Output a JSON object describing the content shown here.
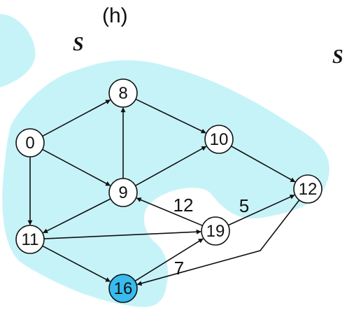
{
  "panel": {
    "label": "(h)",
    "set_label": "S",
    "set_label_right": "S"
  },
  "colors": {
    "region_fill": "#c6f3f8",
    "highlight_node_fill": "#38bbee",
    "node_fill": "#ffffff",
    "stroke": "#111111"
  },
  "graph": {
    "nodes": [
      {
        "id": "n8",
        "label": "8",
        "highlighted": false
      },
      {
        "id": "n0",
        "label": "0",
        "highlighted": false
      },
      {
        "id": "n10",
        "label": "10",
        "highlighted": false
      },
      {
        "id": "n9",
        "label": "9",
        "highlighted": false
      },
      {
        "id": "n12",
        "label": "12",
        "highlighted": false
      },
      {
        "id": "n11",
        "label": "11",
        "highlighted": false
      },
      {
        "id": "n19",
        "label": "19",
        "highlighted": false
      },
      {
        "id": "n16",
        "label": "16",
        "highlighted": true
      }
    ],
    "edges": [
      {
        "from": "n0",
        "to": "n8",
        "label": ""
      },
      {
        "from": "n0",
        "to": "n9",
        "label": ""
      },
      {
        "from": "n0",
        "to": "n11",
        "label": ""
      },
      {
        "from": "n8",
        "to": "n10",
        "label": ""
      },
      {
        "from": "n9",
        "to": "n8",
        "label": ""
      },
      {
        "from": "n9",
        "to": "n10",
        "label": ""
      },
      {
        "from": "n9",
        "to": "n11",
        "label": ""
      },
      {
        "from": "n10",
        "to": "n12",
        "label": ""
      },
      {
        "from": "n19",
        "to": "n9",
        "label": "12"
      },
      {
        "from": "n19",
        "to": "n12",
        "label": "5"
      },
      {
        "from": "n11",
        "to": "n19",
        "label": ""
      },
      {
        "from": "n11",
        "to": "n16",
        "label": ""
      },
      {
        "from": "n16",
        "to": "n19",
        "label": "7"
      },
      {
        "from": "n12",
        "to": "n16",
        "label": ""
      }
    ]
  }
}
